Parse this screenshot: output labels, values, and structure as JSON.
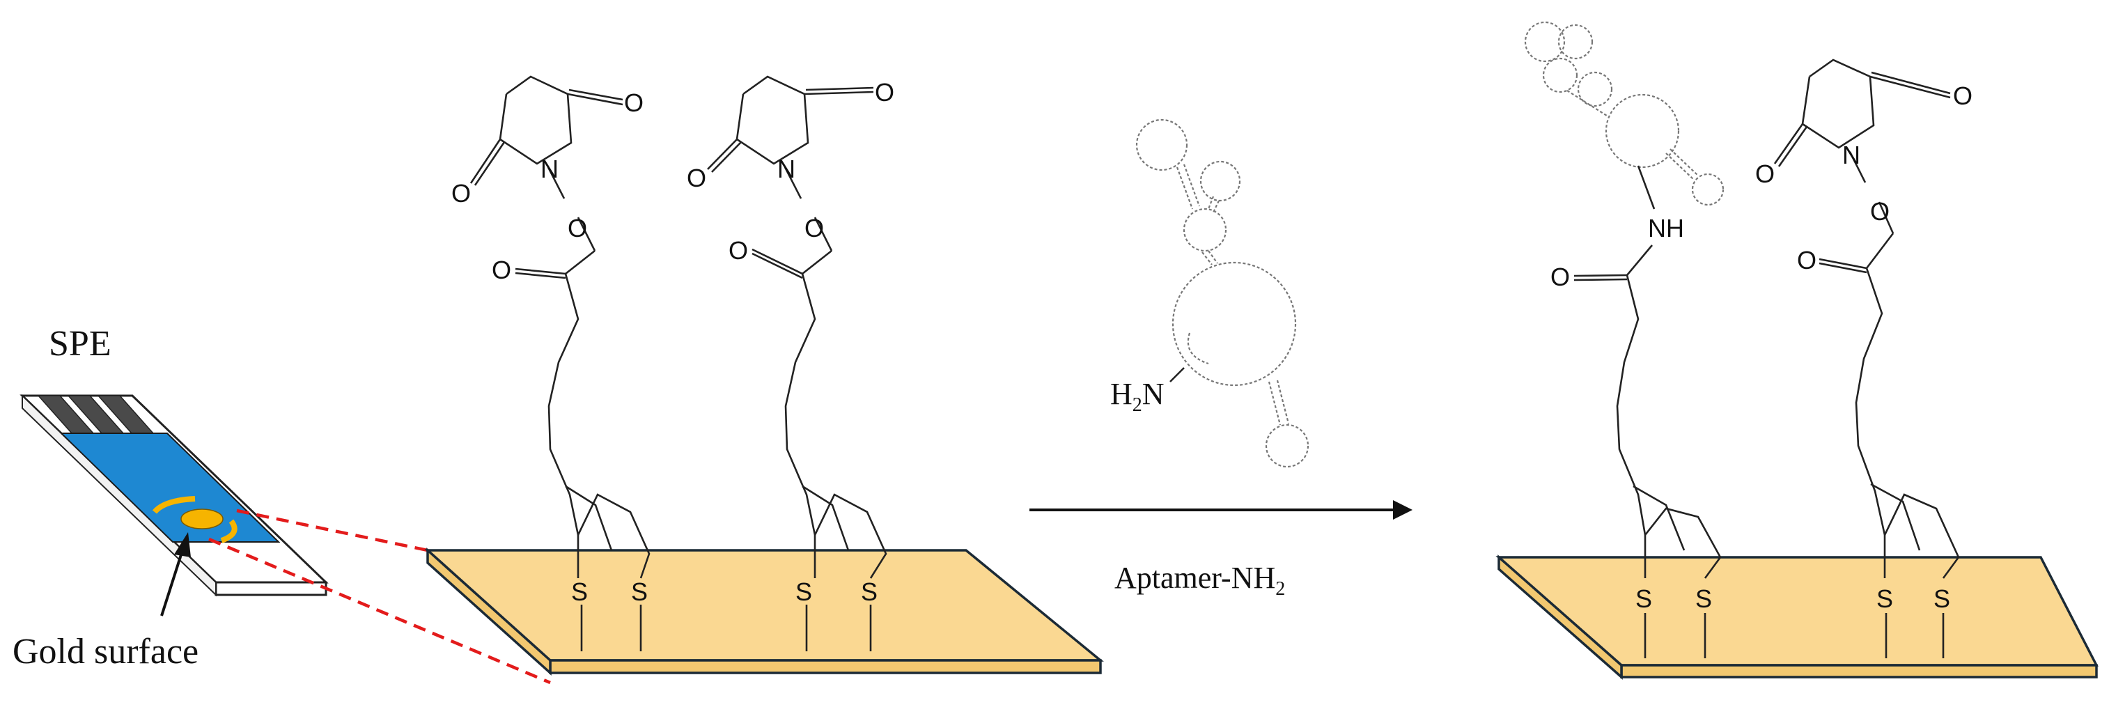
{
  "labels": {
    "spe": "SPE",
    "gold_surface": "Gold surface",
    "reagent": "Aptamer-NH",
    "reagent_subscript": "2",
    "amine_h": "H",
    "amine_sub": "2",
    "amine_n": "N",
    "amide_nh": "NH"
  },
  "atoms": {
    "oxygen": "O",
    "nitrogen": "N",
    "sulfur": "S"
  },
  "colors": {
    "gold_top": "#FAD892",
    "gold_side": "#F2C870",
    "gold_edge": "#1B2A36",
    "spe_blue": "#1E88D2",
    "spe_electrode": "#F6B400",
    "dashed_red": "#E31B1B",
    "bond": "#222222",
    "aptamer": "#777777"
  }
}
